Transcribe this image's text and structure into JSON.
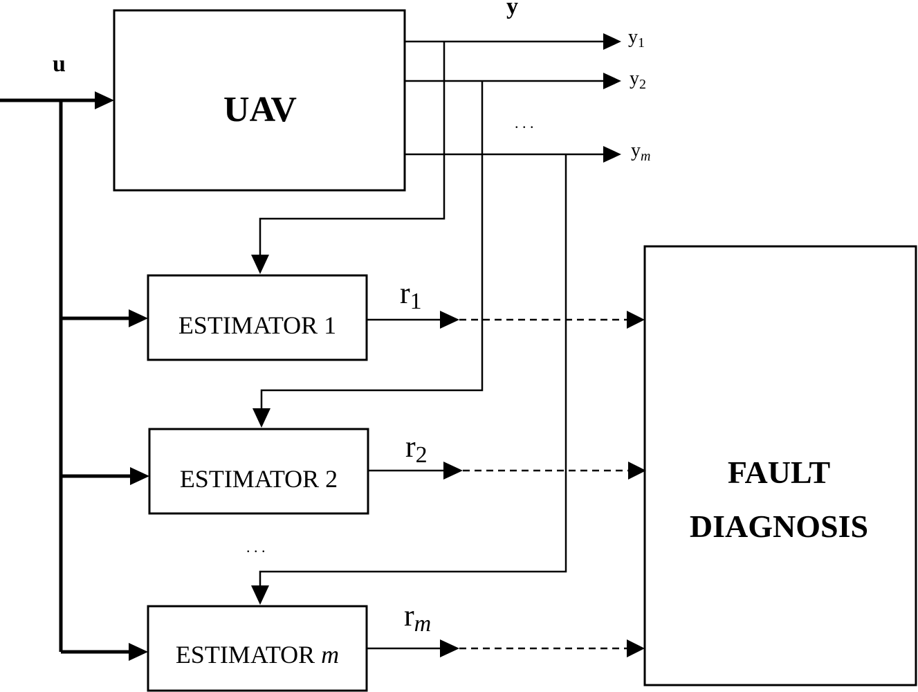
{
  "labels": {
    "u": "u",
    "y": "y",
    "y1": "y",
    "y1_sub": "1",
    "y2": "y",
    "y2_sub": "2",
    "ym": "y",
    "ym_sub": "m",
    "outputs_ellipsis": ". . .",
    "estimators_ellipsis": ". . .",
    "r1": "r",
    "r1_sub": "1",
    "r2": "r",
    "r2_sub": "2",
    "rm": "r",
    "rm_sub": "m"
  },
  "blocks": {
    "uav": "UAV",
    "estimator1": "ESTIMATOR 1",
    "estimator2": "ESTIMATOR 2",
    "estimatorm_prefix": "ESTIMATOR ",
    "estimatorm_suffix": "m",
    "fault_line1": "FAULT",
    "fault_line2": "DIAGNOSIS"
  }
}
